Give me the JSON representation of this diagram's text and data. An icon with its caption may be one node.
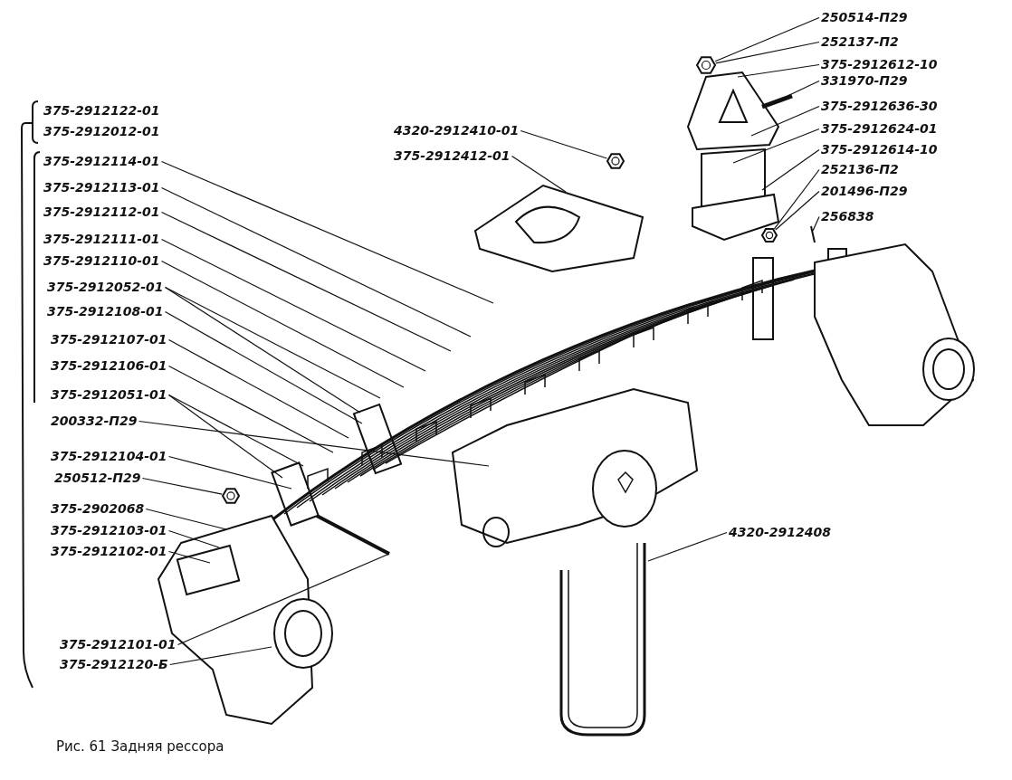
{
  "diagram": {
    "caption": "Рис. 61 Задняя рессора",
    "nodes": [
      {
        "text": [
          "375-2912122-01"
        ]
      },
      {
        "text": [
          "375-2912012-01"
        ]
      },
      {
        "text": [
          "375-2912114-01"
        ]
      },
      {
        "text": [
          "375-2912113-01"
        ]
      },
      {
        "text": [
          "375-2912112-01"
        ]
      },
      {
        "text": [
          "375-2912111-01"
        ]
      },
      {
        "text": [
          "375-2912110-01"
        ]
      },
      {
        "text": [
          "375-2912052-01"
        ]
      },
      {
        "text": [
          "375-2912108-01"
        ]
      },
      {
        "text": [
          "375-2912107-01"
        ]
      },
      {
        "text": [
          "375-2912106-01"
        ]
      },
      {
        "text": [
          "375-2912051-01"
        ]
      },
      {
        "text": [
          "200332-П29"
        ]
      },
      {
        "text": [
          "375-2912104-01"
        ]
      },
      {
        "text": [
          "250512-П29"
        ]
      },
      {
        "text": [
          "375-2902068"
        ]
      },
      {
        "text": [
          "375-2912103-01"
        ]
      },
      {
        "text": [
          "375-2912102-01"
        ]
      },
      {
        "text": [
          "375-2912101-01"
        ]
      },
      {
        "text": [
          "375-2912120-Б"
        ]
      },
      {
        "text": [
          "4320-2912410-01"
        ]
      },
      {
        "text": [
          "375-2912412-01"
        ]
      },
      {
        "text": [
          "250514-П29"
        ]
      },
      {
        "text": [
          "252137-П2"
        ]
      },
      {
        "text": [
          "375-2912612-10"
        ]
      },
      {
        "text": [
          "331970-П29"
        ]
      },
      {
        "text": [
          "375-2912636-30"
        ]
      },
      {
        "text": [
          "375-2912624-01"
        ]
      },
      {
        "text": [
          "375-2912614-10"
        ]
      },
      {
        "text": [
          "252136-П2"
        ]
      },
      {
        "text": [
          "201496-П29"
        ]
      },
      {
        "text": [
          "256838"
        ]
      },
      {
        "text": [
          "4320-2912408"
        ]
      },
      {
        "text": [],
        "shape": "hexagon"
      },
      {
        "text": [],
        "shape": "hexagon"
      },
      {
        "text": [],
        "shape": "hexagon"
      },
      {
        "text": [],
        "shape": "hexagon"
      }
    ],
    "edges": [
      {
        "from": 2,
        "to": null,
        "arrow": "none"
      },
      {
        "from": 3,
        "to": null,
        "arrow": "none"
      },
      {
        "from": 4,
        "to": null,
        "arrow": "none"
      },
      {
        "from": 5,
        "to": null,
        "arrow": "none"
      },
      {
        "from": 6,
        "to": null,
        "arrow": "none"
      },
      {
        "from": 7,
        "to": null,
        "arrow": "none"
      },
      {
        "from": 7,
        "to": null,
        "arrow": "none"
      },
      {
        "from": 8,
        "to": null,
        "arrow": "none"
      },
      {
        "from": 9,
        "to": null,
        "arrow": "none"
      },
      {
        "from": 10,
        "to": null,
        "arrow": "none"
      },
      {
        "from": 11,
        "to": null,
        "arrow": "none"
      },
      {
        "from": 11,
        "to": null,
        "arrow": "none"
      },
      {
        "from": 12,
        "to": null,
        "arrow": "none"
      },
      {
        "from": 13,
        "to": null,
        "arrow": "none"
      },
      {
        "from": 14,
        "to": 33,
        "arrow": "none"
      },
      {
        "from": 15,
        "to": null,
        "arrow": "none"
      },
      {
        "from": 16,
        "to": null,
        "arrow": "none"
      },
      {
        "from": 17,
        "to": null,
        "arrow": "none"
      },
      {
        "from": 18,
        "to": null,
        "arrow": "none"
      },
      {
        "from": 19,
        "to": null,
        "arrow": "none"
      },
      {
        "from": 20,
        "to": 34,
        "arrow": "none"
      },
      {
        "from": 21,
        "to": null,
        "arrow": "none"
      },
      {
        "from": 22,
        "to": 35,
        "arrow": "none"
      },
      {
        "from": 23,
        "to": 35,
        "arrow": "none"
      },
      {
        "from": 24,
        "to": null,
        "arrow": "none"
      },
      {
        "from": 25,
        "to": null,
        "arrow": "none"
      },
      {
        "from": 26,
        "to": null,
        "arrow": "none"
      },
      {
        "from": 27,
        "to": null,
        "arrow": "none"
      },
      {
        "from": 28,
        "to": null,
        "arrow": "none"
      },
      {
        "from": 29,
        "to": 36,
        "arrow": "none"
      },
      {
        "from": 30,
        "to": 36,
        "arrow": "none"
      },
      {
        "from": 31,
        "to": null,
        "arrow": "none"
      },
      {
        "from": 32,
        "to": null,
        "arrow": "none"
      }
    ]
  }
}
